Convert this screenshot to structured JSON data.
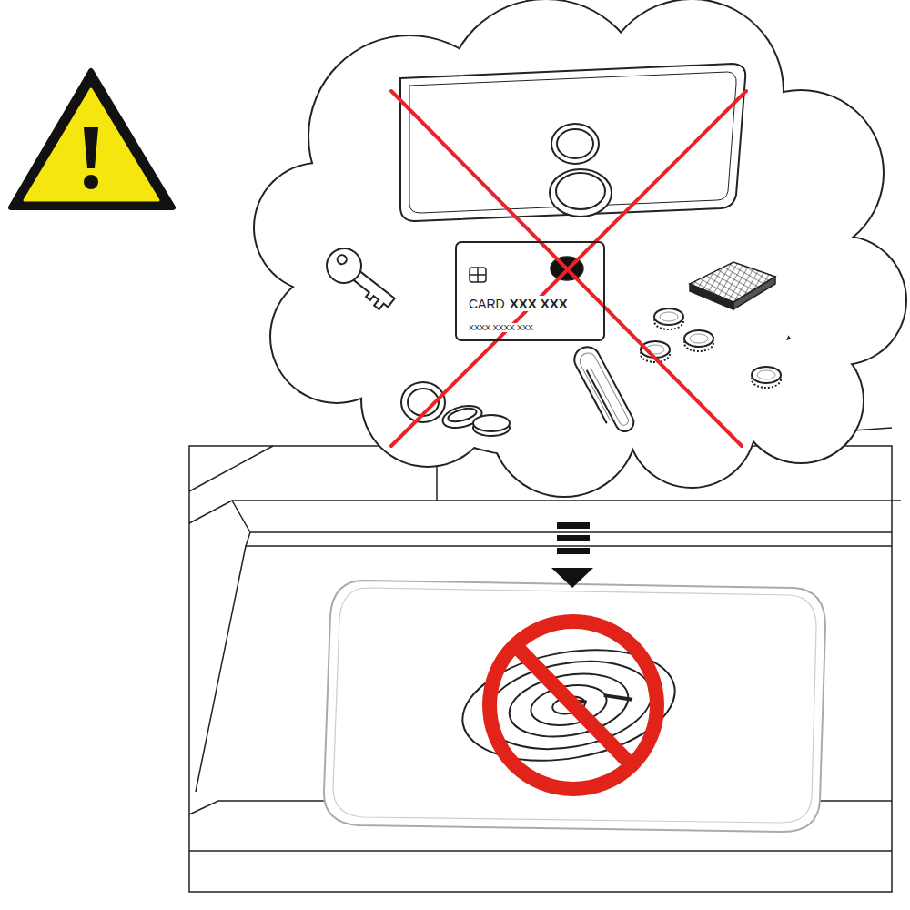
{
  "diagram": {
    "nodes": [
      {
        "text": [
          "CARD",
          "XXX XXX",
          "XXXX XXXX XXX"
        ]
      }
    ]
  }
}
